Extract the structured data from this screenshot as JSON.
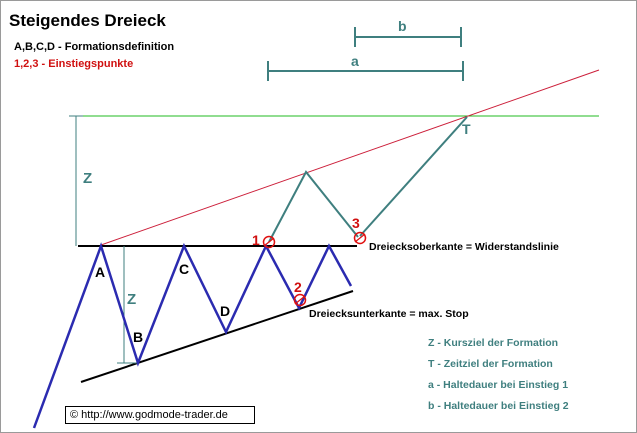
{
  "title": "Steigendes Dreieck",
  "definitions": {
    "formation": "A,B,C,D - Formationsdefinition",
    "entry": "1,2,3 - Einstiegspunkte"
  },
  "measures": {
    "a": "a",
    "b": "b",
    "z_top": "Z",
    "z_inner": "Z",
    "t": "T"
  },
  "points": {
    "A": "A",
    "B": "B",
    "C": "C",
    "D": "D"
  },
  "entries": {
    "e1": "1",
    "e2": "2",
    "e3": "3"
  },
  "line_labels": {
    "resistance": "Dreiecksoberkante = Widerstandslinie",
    "support": "Dreiecksunterkante = max. Stop"
  },
  "legend": [
    "Z - Kursziel der Formation",
    "T - Zeitziel der Formation",
    "a - Haltedauer bei Einstieg 1",
    "b - Haltedauer bei Einstieg 2"
  ],
  "copyright": "© http://www.godmode-trader.de",
  "colors": {
    "price": "#2b2bb0",
    "projection": "#3f7f7f",
    "target_line": "#22bb22",
    "trend_line": "#cc1f3a",
    "entry_marker": "#e01010"
  }
}
